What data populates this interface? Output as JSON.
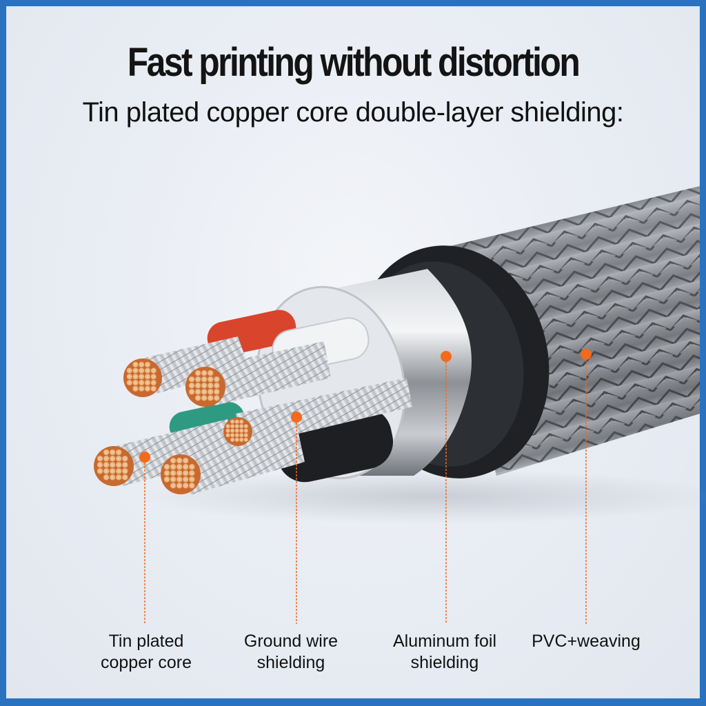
{
  "header": {
    "title": "Fast printing without distortion",
    "subtitle": "Tin plated copper core double-layer shielding:"
  },
  "callouts": [
    {
      "id": "tin-plated-copper-core",
      "lines": [
        "Tin plated",
        "copper core"
      ]
    },
    {
      "id": "ground-wire-shielding",
      "lines": [
        "Ground wire",
        "shielding"
      ]
    },
    {
      "id": "aluminum-foil-shielding",
      "lines": [
        "Aluminum foil",
        "shielding"
      ]
    },
    {
      "id": "pvc-weaving",
      "lines": [
        "PVC+weaving"
      ]
    }
  ],
  "colors": {
    "frame": "#2a72c0",
    "background": "#e9edf4",
    "marker": "#f26a1b",
    "copper": "#e9b98a",
    "red_insulation": "#d9442c",
    "green_insulation": "#2f9a82",
    "braid": "#8a8e93",
    "jacket": "#1f2124"
  }
}
